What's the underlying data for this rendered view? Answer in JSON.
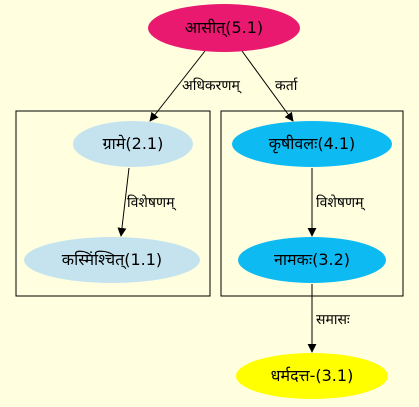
{
  "colors": {
    "background": "#ffffe0",
    "root": "#e8196e",
    "cluster_left_node": "#c5e3ee",
    "cluster_right_node": "#0dbaf2",
    "compound": "#ffff00",
    "edge": "#000000",
    "cluster_border": "#000000"
  },
  "nodes": {
    "root": "आसीत्(5.1)",
    "grame": "ग्रामे(2.1)",
    "kasminshchit": "कस्मिंश्चित्(1.1)",
    "krishivalah": "कृषीवलः(4.1)",
    "namakah": "नामकः(3.2)",
    "dharmadatta": "धर्मदत्त-(3.1)"
  },
  "edges": {
    "root_to_grame": "अधिकरणम्",
    "root_to_krishivalah": "कर्ता",
    "grame_to_kasminshchit": "विशेषणम्",
    "krishivalah_to_namakah": "विशेषणम्",
    "namakah_to_dharmadatta": "समासः"
  }
}
